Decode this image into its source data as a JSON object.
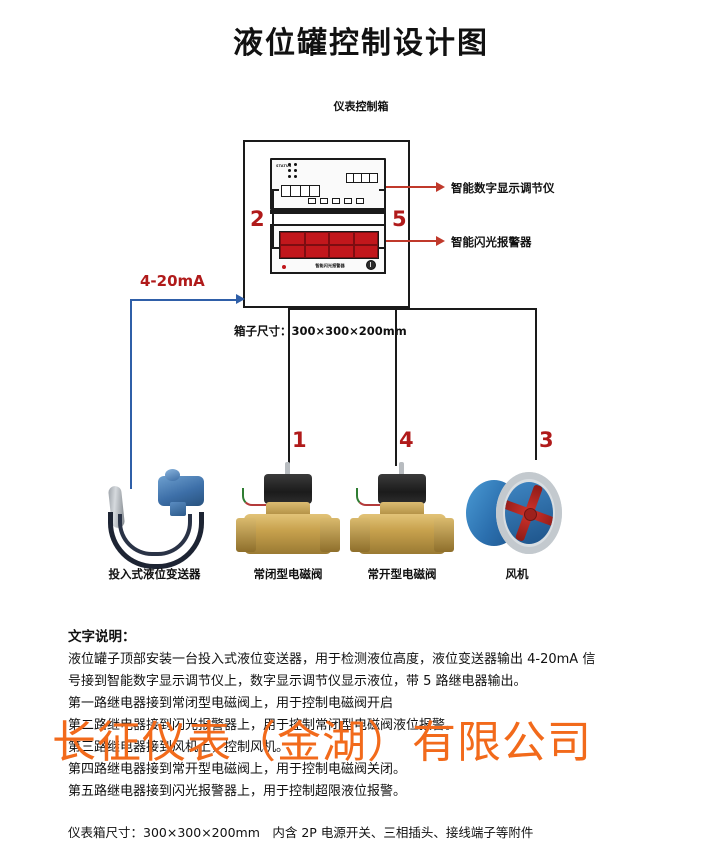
{
  "title": "液位罐控制设计图",
  "panel": {
    "caption": "仪表控制箱",
    "box_size_label": "箱子尺寸：300×300×200mm",
    "digital_instrument": {
      "status_text": "STATUS"
    },
    "alarm_instrument": {
      "caption": "智能闪光报警器"
    },
    "bracket_left_number": "2",
    "bracket_right_number": "5"
  },
  "callouts": [
    {
      "label": "智能数字显示调节仪"
    },
    {
      "label": "智能闪光报警器"
    }
  ],
  "signal": {
    "label": "4-20mA",
    "color": "#b01a1a",
    "line_color": "#2f5fa8"
  },
  "devices": [
    {
      "number": "",
      "label": "投入式液位变送器",
      "icon": "level-transmitter-icon"
    },
    {
      "number": "1",
      "label": "常闭型电磁阀",
      "icon": "solenoid-valve-icon"
    },
    {
      "number": "4",
      "label": "常开型电磁阀",
      "icon": "solenoid-valve-icon"
    },
    {
      "number": "3",
      "label": "风机",
      "icon": "axial-fan-icon"
    }
  ],
  "description": {
    "heading": "文字说明：",
    "lines": [
      "液位罐子顶部安装一台投入式液位变送器，用于检测液位高度，液位变送器输出 4-20mA 信",
      "号接到智能数字显示调节仪上，数字显示调节仪显示液位，带 5 路继电器输出。",
      "第一路继电器接到常闭型电磁阀上，用于控制电磁阀开启",
      "第二路继电器接到闪光报警器上，用于控制常闭型电磁阀液位报警。",
      "第三路继电器接到风机上，控制风机。",
      "第四路继电器接到常开型电磁阀上，用于控制电磁阀关闭。",
      "第五路继电器接到闪光报警器上，用于控制超限液位报警。"
    ],
    "footer": "仪表箱尺寸：300×300×200mm　内含 2P 电源开关、三相插头、接线端子等附件"
  },
  "watermark": {
    "text": "长征仪表（金湖）有限公司",
    "color": "#f26a1b"
  }
}
